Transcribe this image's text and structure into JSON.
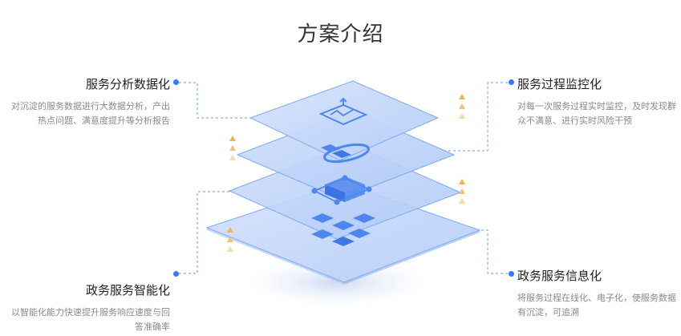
{
  "page": {
    "title": "方案介绍"
  },
  "features": [
    {
      "id": "analysis",
      "title": "服务分析数据化",
      "desc": "对沉淀的服务数据进行大数据分析，产出热点问题、满意度提升等分析报告",
      "side": "left"
    },
    {
      "id": "monitor",
      "title": "服务过程监控化",
      "desc": "对每一次服务过程实时监控，及时发现群众不满意、进行实时风险干预",
      "side": "right"
    },
    {
      "id": "intelligent",
      "title": "政务服务智能化",
      "desc": "以智能化能力快速提升服务响应速度与回答准确率",
      "side": "left"
    },
    {
      "id": "information",
      "title": "政务服务信息化",
      "desc": "将服务过程在线化、电子化，使服务数据有沉淀，可追溯",
      "side": "right"
    }
  ],
  "colors": {
    "accent": "#2f7cf6",
    "layer_fill": "#c6d9fb",
    "layer_stroke": "#7aa6f3",
    "icon": "#4d86ee",
    "arrow": "#f6b24a"
  },
  "icons": [
    "chart-icon",
    "radar-icon",
    "network-icon",
    "grid-icon",
    "up-arrows-icon"
  ]
}
